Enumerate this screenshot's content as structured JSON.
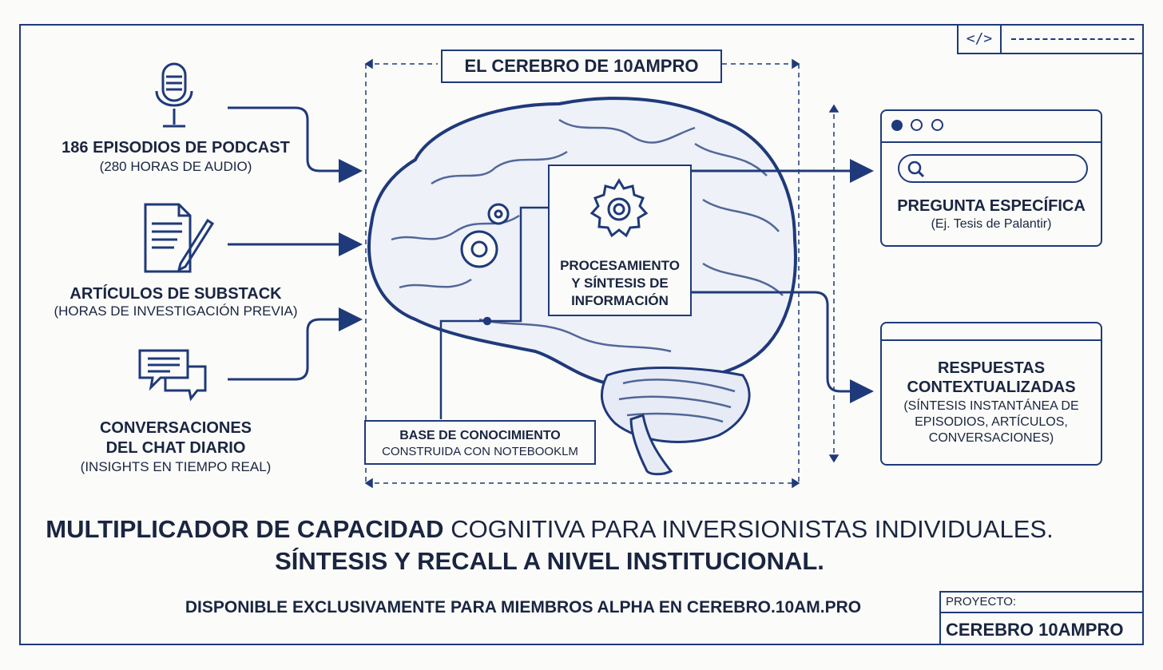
{
  "header_title": "EL CEREBRO DE 10AMPRO",
  "sources": [
    {
      "title": "186 EPISODIOS DE PODCAST",
      "sub": "(280 HORAS DE AUDIO)",
      "icon": "microphone-icon"
    },
    {
      "title": "ARTÍCULOS DE SUBSTACK",
      "sub": "(HORAS DE INVESTIGACIÓN PREVIA)",
      "icon": "document-pen-icon"
    },
    {
      "title1": "CONVERSACIONES",
      "title2": "DEL CHAT DIARIO",
      "sub": "(INSIGHTS EN TIEMPO REAL)",
      "icon": "chat-bubbles-icon"
    }
  ],
  "processing": {
    "line1": "PROCESAMIENTO",
    "line2": "Y SÍNTESIS DE",
    "line3": "INFORMACIÓN"
  },
  "knowledge_base": {
    "title": "BASE DE CONOCIMIENTO",
    "sub": "CONSTRUIDA CON NOTEBOOKLM"
  },
  "query_panel": {
    "title": "PREGUNTA ESPECÍFICA",
    "example": "(Ej. Tesis de Palantir)"
  },
  "answer_panel": {
    "title1": "RESPUESTAS",
    "title2": "CONTEXTUALIZADAS",
    "sub1": "(SÍNTESIS INSTANTÁNEA DE",
    "sub2": "EPISODIOS, ARTÍCULOS,",
    "sub3": "CONVERSACIONES)"
  },
  "tagline": {
    "bold": "MULTIPLICADOR DE CAPACIDAD",
    "normal": " COGNITIVA PARA INVERSIONISTAS INDIVIDUALES.",
    "line2": "SÍNTESIS Y RECALL A NIVEL INSTITUCIONAL."
  },
  "availability": "DISPONIBLE EXCLUSIVAMENTE PARA MIEMBROS ALPHA EN CEREBRO.10AM.PRO",
  "project_box": {
    "label": "PROYECTO:",
    "name": "CEREBRO 10AMPRO"
  },
  "code_tag": "</>",
  "colors": {
    "primary": "#1f3a7a",
    "text": "#1a2540",
    "background": "#fbfbf9"
  }
}
